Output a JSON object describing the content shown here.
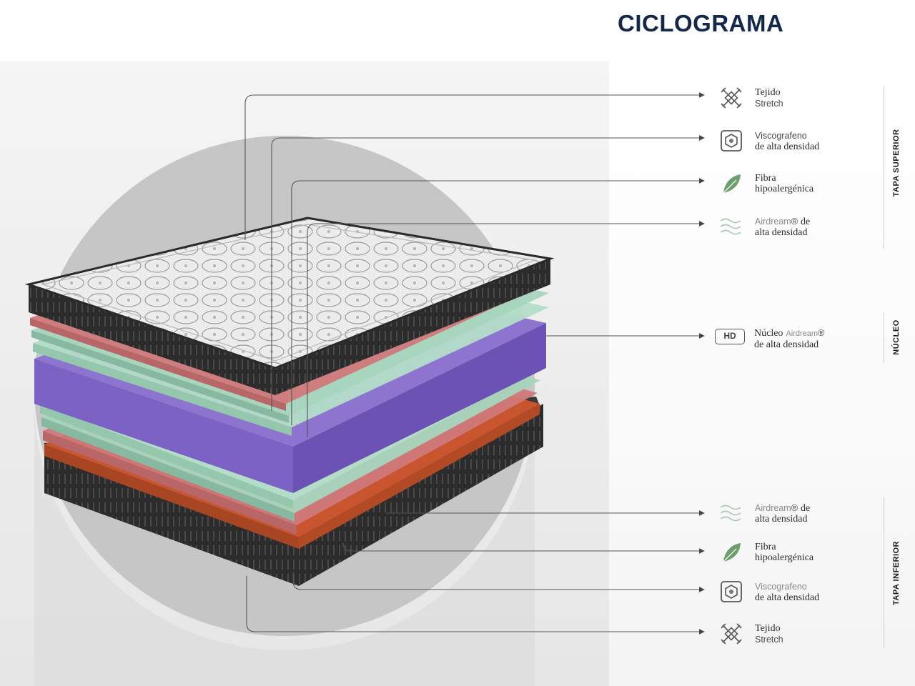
{
  "title": "CICLOGRAMA",
  "sections": {
    "top": "TAPA SUPERIOR",
    "core": "NÚCLEO",
    "bottom": "TAPA INFERIOR"
  },
  "features": [
    {
      "icon": "stretch-fabric-icon",
      "line1": "Tejido",
      "line2": "Stretch"
    },
    {
      "icon": "viscografeno-icon",
      "line1": "Viscografeno",
      "line2": "de alta densidad"
    },
    {
      "icon": "leaf-icon",
      "line1": "Fibra",
      "line2": "hipoalergénica"
    },
    {
      "icon": "airdream-waves-icon",
      "line1a": "Airdream",
      "reg": "®",
      "line1b": "de",
      "line2": "alta densidad"
    },
    {
      "icon": "hd-badge-icon",
      "badge": "HD",
      "line1a": "Núcleo",
      "line1b": "Airdream",
      "reg": "®",
      "line2": "de alta densidad"
    },
    {
      "icon": "airdream-waves-icon",
      "line1a": "Airdream",
      "reg": "®",
      "line1b": "de",
      "line2": "alta densidad"
    },
    {
      "icon": "leaf-icon",
      "line1": "Fibra",
      "line2": "hipoalergénica"
    },
    {
      "icon": "viscografeno-icon",
      "line1": "Viscografeno",
      "line2": "de alta densidad"
    },
    {
      "icon": "stretch-fabric-icon",
      "line1": "Tejido",
      "line2": "Stretch"
    }
  ],
  "colors": {
    "title": "#13284b",
    "core_foam": "#7b62c4",
    "fiber_layer": "#cf7a78",
    "airdream_layer": "#9fd0b6",
    "bottom_fabric": "#c8552d",
    "cover_quilt": "#e9e9e9",
    "cover_border": "#2a2a2a",
    "leaf": "#6d9e6b"
  }
}
